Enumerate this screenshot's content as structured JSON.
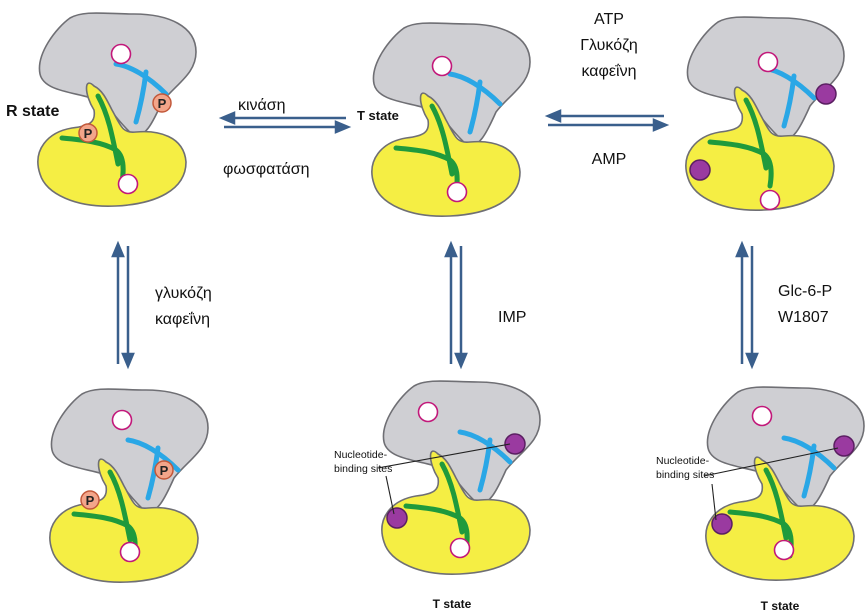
{
  "state_labels": {
    "r_state": "R state",
    "t_state_top": "T state",
    "t_state_bottom_middle": "T state",
    "t_state_bottom_right": "T state"
  },
  "arrow_labels": {
    "kinase": "κινάση",
    "phosphatase": "φωσφατάση",
    "atp": "ATP",
    "glucose_cap": "Γλυκόζη",
    "caffeine_top": "καφεΐνη",
    "amp": "AMP",
    "glucose": "γλυκόζη",
    "caffeine_left": "καφεΐνη",
    "imp": "IMP",
    "glc6p": "Glc-6-P",
    "w1807": "W1807"
  },
  "annotations": {
    "nucleotide_line1": "Nucleotide-",
    "nucleotide_line2": "binding sites"
  },
  "markers": {
    "phosphate": "P"
  },
  "colors": {
    "upper_subunit_fill": "#cfcfd3",
    "lower_subunit_fill": "#f5ee44",
    "helix_green": "#1f9a3c",
    "helix_blue": "#2aa7e6",
    "arrow": "#3a5f8c",
    "ring_magenta": "#c2187a",
    "ligand_purple": "#9a3aa0",
    "phosphate_fill": "#f3a58a",
    "phosphate_stroke": "#c2583a"
  }
}
